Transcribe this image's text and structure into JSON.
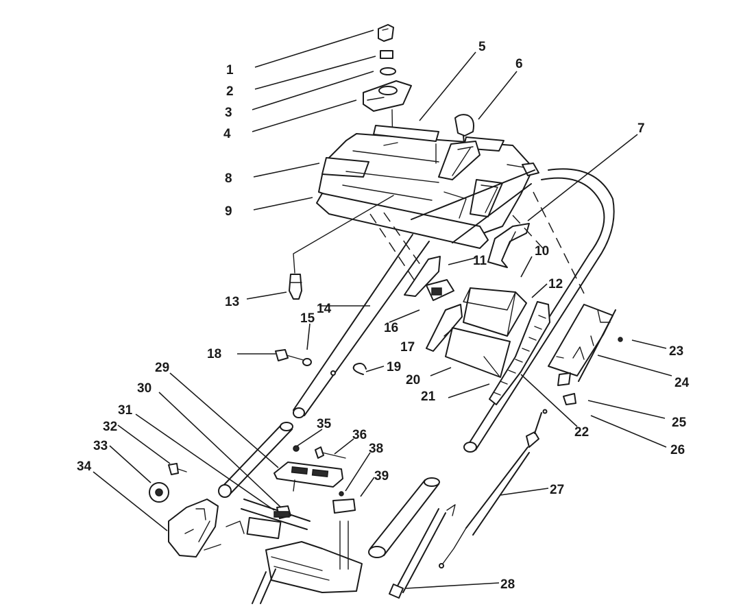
{
  "callouts": [
    "1",
    "2",
    "3",
    "4",
    "5",
    "6",
    "7",
    "8",
    "9",
    "10",
    "11",
    "12",
    "13",
    "14",
    "15",
    "16",
    "17",
    "18",
    "19",
    "20",
    "21",
    "22",
    "23",
    "24",
    "25",
    "26",
    "27",
    "28",
    "29",
    "30",
    "31",
    "32",
    "33",
    "34",
    "35",
    "36",
    "38",
    "39"
  ],
  "colors": {
    "ink": "#1a1a1a",
    "paper": "#ffffff"
  }
}
